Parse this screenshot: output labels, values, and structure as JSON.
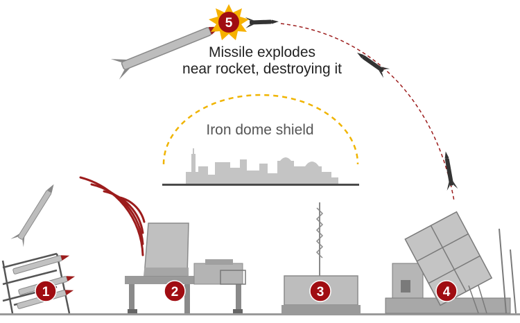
{
  "diagram": {
    "title": "Iron Dome interception sequence",
    "shield_label": "Iron dome shield",
    "step5_caption_line1": "Missile explodes",
    "step5_caption_line2": "near rocket, destroying it",
    "steps": [
      {
        "number": "1",
        "component": "rocket-launch"
      },
      {
        "number": "2",
        "component": "radar"
      },
      {
        "number": "3",
        "component": "control-centre"
      },
      {
        "number": "4",
        "component": "missile-launcher"
      },
      {
        "number": "5",
        "component": "interception"
      }
    ],
    "colors": {
      "badge": "#a00d12",
      "shield_arc": "#f0b400",
      "trajectory": "#9c1c1c",
      "equipment": "#bcbcbc",
      "equipment_dark": "#8a8a8a",
      "city": "#c4c4c4",
      "explosion": "#f6b100"
    }
  }
}
